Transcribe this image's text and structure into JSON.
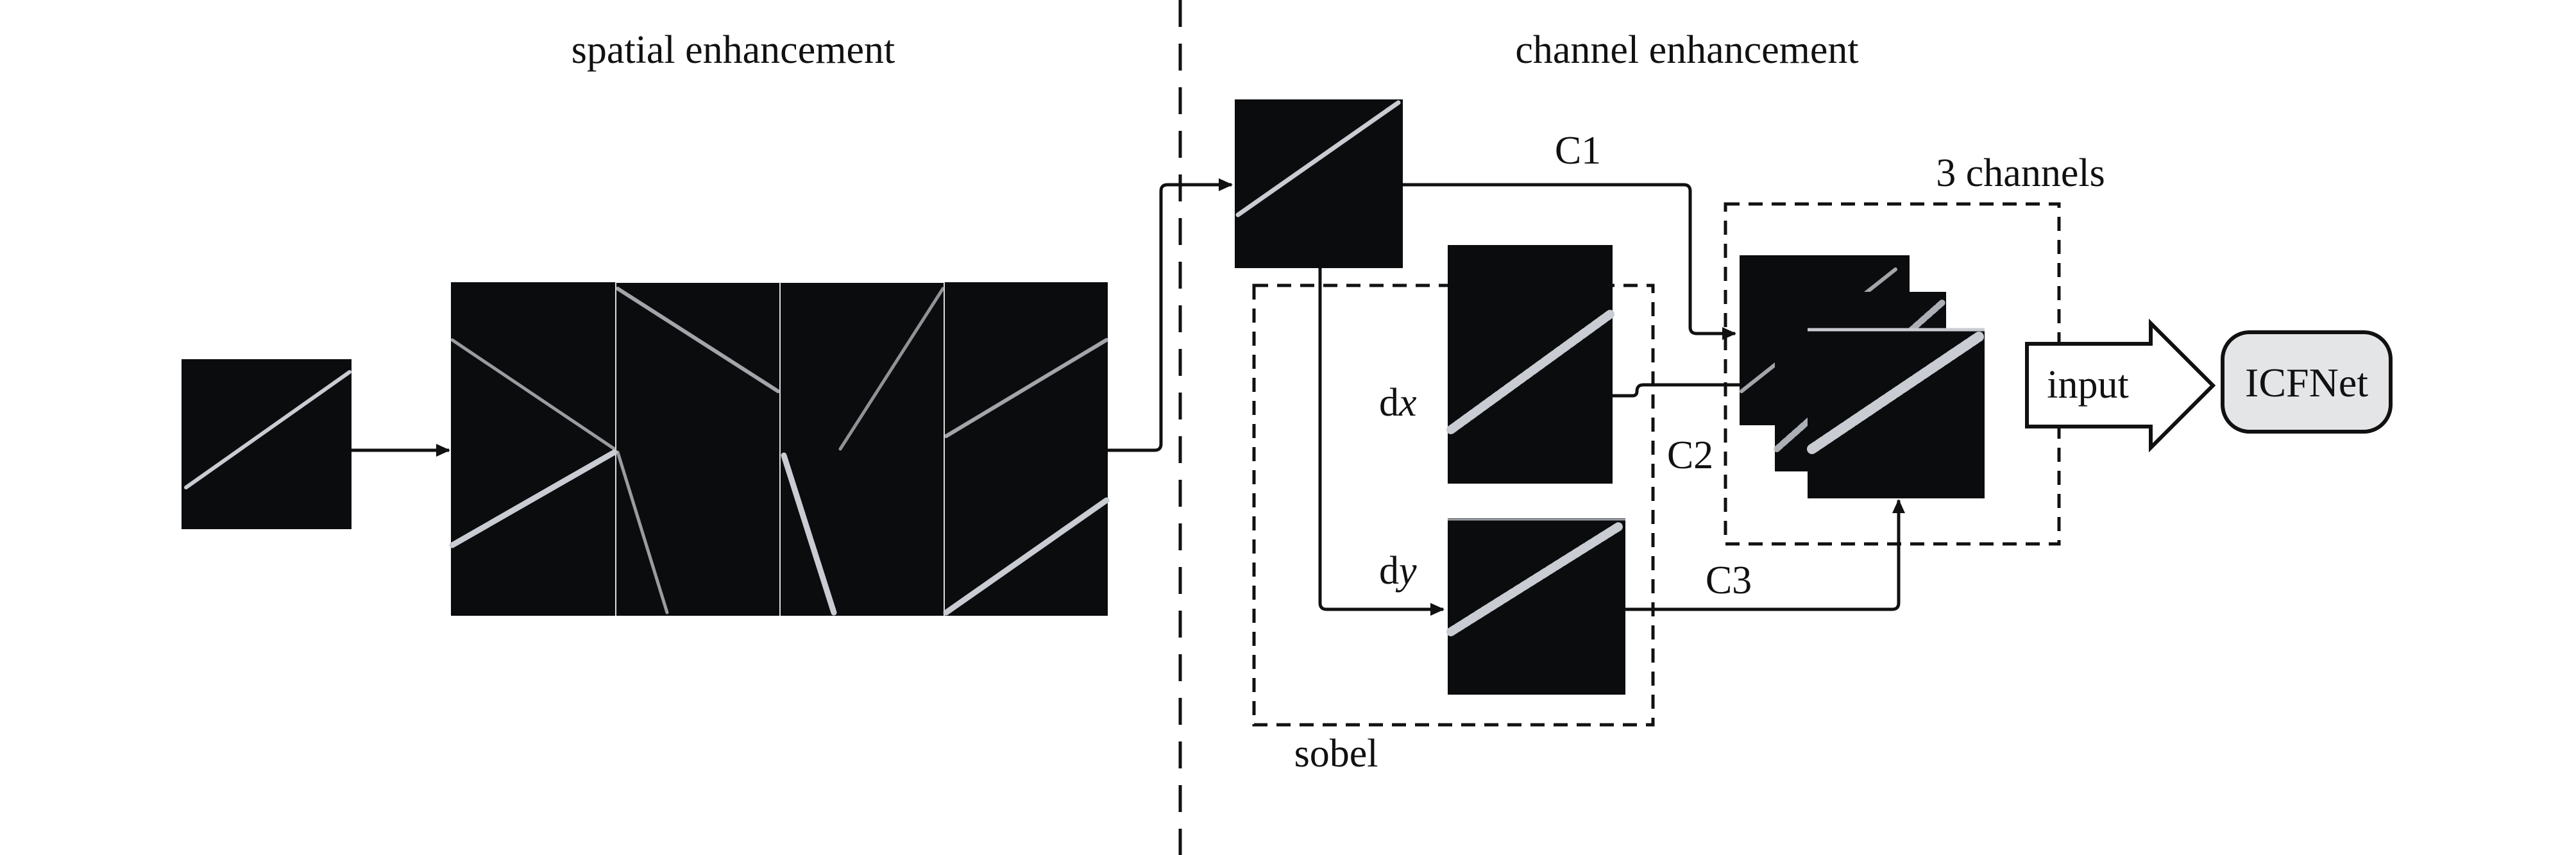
{
  "sections": {
    "spatial_title": "spatial enhancement",
    "channel_title": "channel enhancement"
  },
  "labels": {
    "c1": "C1",
    "c2": "C2",
    "c3": "C3",
    "dx_d": "d",
    "dx_var": "x",
    "dy_d": "d",
    "dy_var": "y",
    "sobel": "sobel",
    "three_channels": "3 channels",
    "input_arrow": "input",
    "network": "ICFNet"
  },
  "nodes": [
    {
      "id": "input-image",
      "kind": "grayscale-image"
    },
    {
      "id": "spatial-mosaic",
      "kind": "image-strip",
      "tiles": 4
    },
    {
      "id": "enhanced-image",
      "kind": "grayscale-image"
    },
    {
      "id": "dx-image",
      "kind": "gradient-image"
    },
    {
      "id": "dy-image",
      "kind": "gradient-image"
    },
    {
      "id": "stacked-channels",
      "kind": "image-stack",
      "count": 3
    },
    {
      "id": "icfnet-box",
      "kind": "network"
    }
  ],
  "edges": [
    {
      "from": "input-image",
      "to": "spatial-mosaic"
    },
    {
      "from": "spatial-mosaic",
      "to": "enhanced-image"
    },
    {
      "from": "enhanced-image",
      "to": "stacked-channels",
      "label": "C1"
    },
    {
      "from": "enhanced-image",
      "to": "dy-image"
    },
    {
      "from": "dx-image",
      "to": "stacked-channels",
      "label": "C2"
    },
    {
      "from": "dy-image",
      "to": "stacked-channels",
      "label": "C3"
    },
    {
      "from": "stacked-channels",
      "to": "icfnet-box",
      "label": "input"
    }
  ],
  "colors": {
    "image_bg": "#0b0c0e",
    "streak": "#c9ccd2",
    "network_fill": "#e3e5e7",
    "line": "#111111"
  }
}
